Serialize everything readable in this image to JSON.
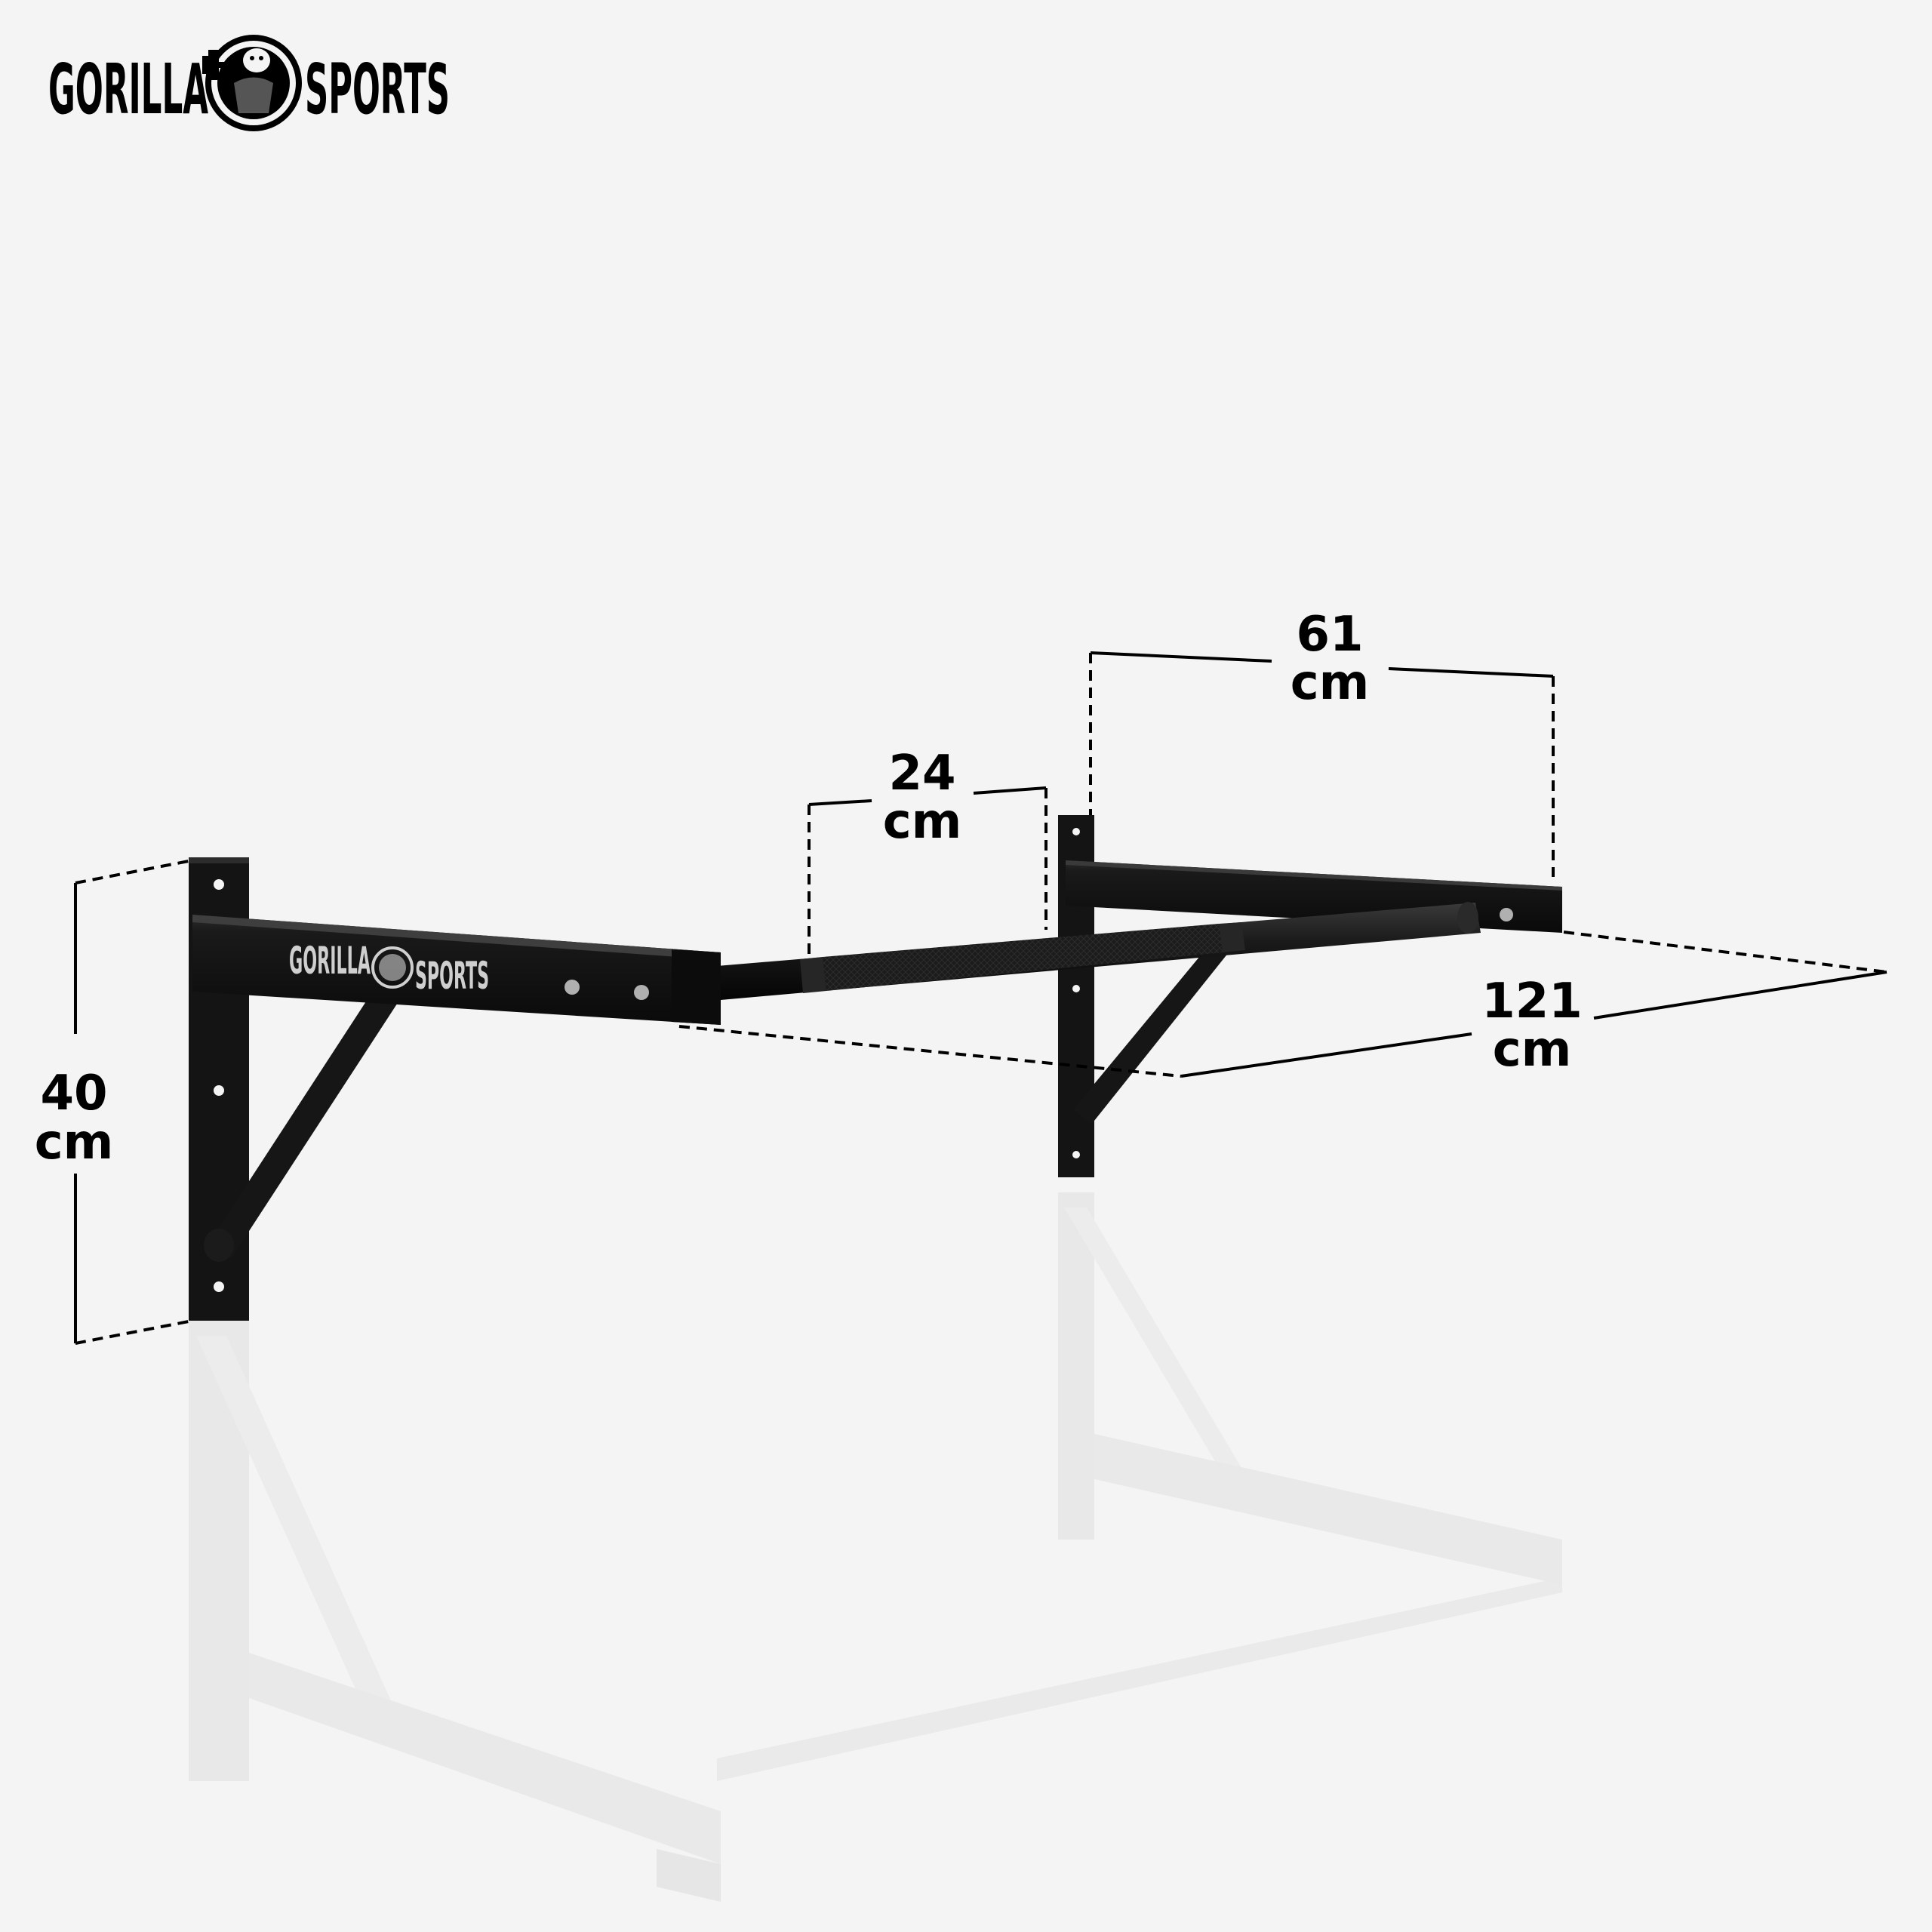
{
  "brand": {
    "word_left": "GORILLA",
    "word_right": "SPORTS",
    "bar_word_left": "GORILLA",
    "bar_word_right": "SPORTS"
  },
  "dimensions": {
    "height": {
      "value": "40",
      "unit": "cm"
    },
    "grip": {
      "value": "24",
      "unit": "cm"
    },
    "depth": {
      "value": "61",
      "unit": "cm"
    },
    "width": {
      "value": "121",
      "unit": "cm"
    }
  },
  "colors": {
    "background": "#f4f4f4",
    "frame": "#111111",
    "frame_highlight": "#2a2a2a",
    "reflection": "#e8e8e8",
    "bolt": "#a8a8a8"
  }
}
